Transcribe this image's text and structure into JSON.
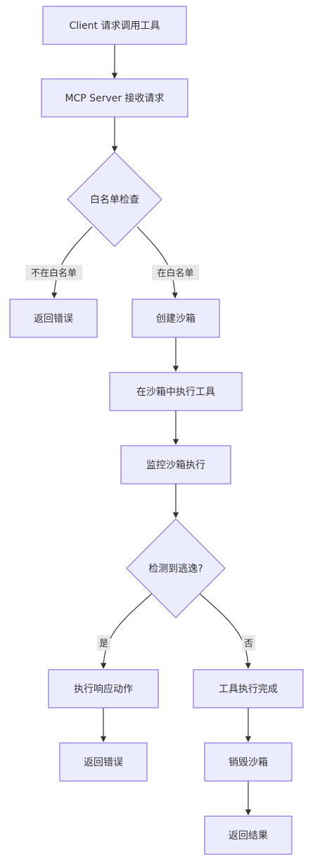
{
  "nodes": {
    "client_request": "Client 请求调用工具",
    "server_receive": "MCP Server 接收请求",
    "whitelist_check": "白名单检查",
    "return_error_1": "返回错误",
    "create_sandbox": "创建沙箱",
    "exec_in_sandbox": "在沙箱中执行工具",
    "monitor_sandbox": "监控沙箱执行",
    "escape_detected": "检测到逃逸?",
    "exec_response": "执行响应动作",
    "tool_complete": "工具执行完成",
    "return_error_2": "返回错误",
    "destroy_sandbox": "销毁沙箱",
    "return_result": "返回结果"
  },
  "edge_labels": {
    "not_in_whitelist": "不在白名单",
    "in_whitelist": "在白名单",
    "yes": "是",
    "no": "否"
  },
  "colors": {
    "node_fill": "#ECECFF",
    "node_stroke": "#9370DB",
    "edge": "#333333",
    "label_bg": "#e8e8e8"
  }
}
